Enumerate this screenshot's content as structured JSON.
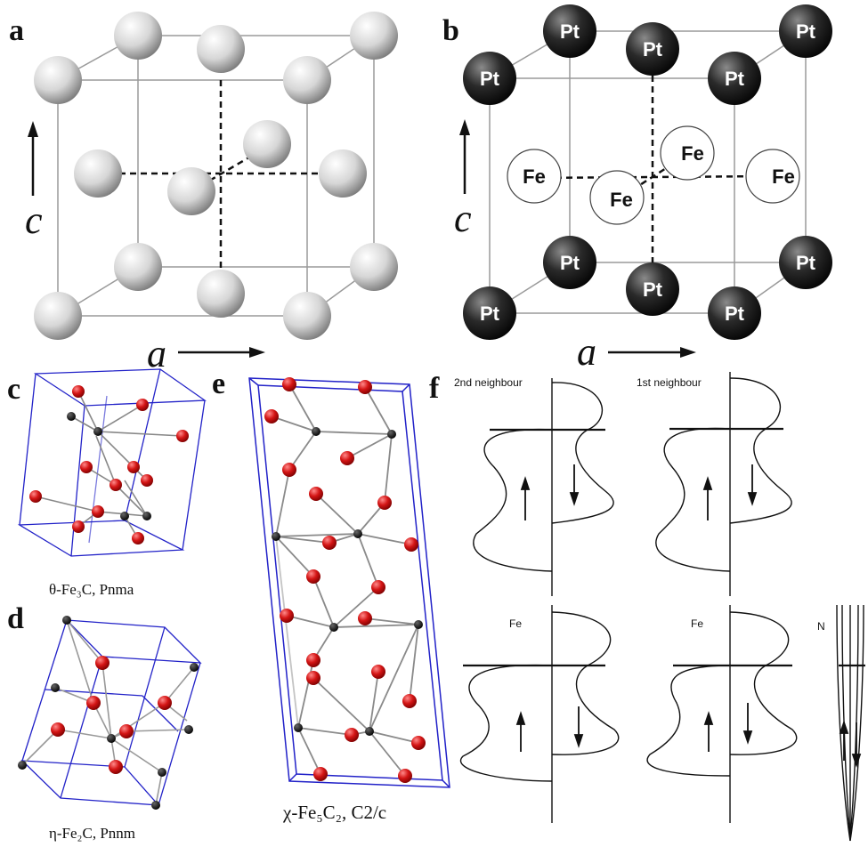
{
  "colors": {
    "cell_blue": "#2222c8",
    "fe_red": "#d01010",
    "carbon_black": "#111111",
    "sphere_grey": "#d8d8d8",
    "pt_dark": "#1a1a1a"
  },
  "panels": {
    "a": {
      "label": "a",
      "axis_c": "c",
      "axis_a": "a"
    },
    "b": {
      "label": "b",
      "axis_c": "c",
      "axis_a": "a",
      "pt": "Pt",
      "fe": "Fe"
    },
    "c": {
      "label": "c",
      "caption": "θ-Fe₃C, Pnma"
    },
    "d": {
      "label": "d",
      "caption": "η-Fe₂C, Pnnm"
    },
    "e": {
      "label": "e",
      "caption": "χ-Fe₅C₂, C2/c"
    },
    "f": {
      "label": "f",
      "top_left": "2nd neighbour",
      "top_right": "1st neighbour",
      "bottom_left": "Fe",
      "bottom_mid": "Fe",
      "bottom_right": "N"
    }
  }
}
